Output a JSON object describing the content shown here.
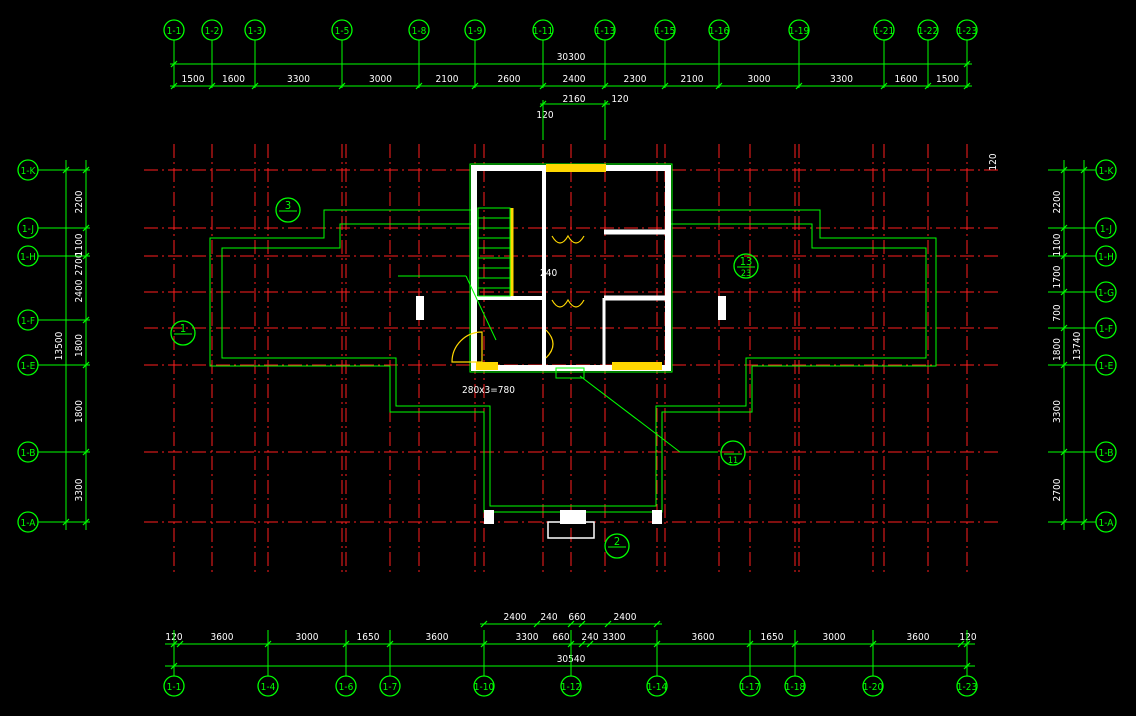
{
  "colors": {
    "background": "#000000",
    "axis": "#ff1e1e",
    "dimension": "#00ff00",
    "dimension_text": "#ffffff",
    "wall": "#ffffff",
    "wall_outline": "#00ff00",
    "hatch": "#ffd700",
    "label": "#00ff00"
  },
  "top_axes": [
    "1-1",
    "1-2",
    "1-3",
    "1-5",
    "1-8",
    "1-9",
    "1-11",
    "1-13",
    "1-15",
    "1-16",
    "1-19",
    "1-21",
    "1-22",
    "1-23"
  ],
  "bottom_axes": [
    "1-1",
    "1-4",
    "1-6",
    "1-7",
    "1-10",
    "1-12",
    "1-14",
    "1-17",
    "1-18",
    "1-20",
    "1-23"
  ],
  "left_axes": [
    "1-K",
    "1-J",
    "1-H",
    "1-F",
    "1-E",
    "1-B",
    "1-A"
  ],
  "right_axes": [
    "1-K",
    "1-J",
    "1-H",
    "1-G",
    "1-F",
    "1-E",
    "1-B",
    "1-A"
  ],
  "top_total": "30300",
  "top_dims": [
    "1500",
    "1600",
    "3300",
    "3000",
    "2100",
    "2600",
    "2400",
    "2300",
    "2100",
    "3000",
    "3300",
    "1600",
    "1500"
  ],
  "top_sub": {
    "a": "2160",
    "b": "120",
    "c": "120"
  },
  "bottom_total": "30540",
  "bottom_dims": [
    "120",
    "3600",
    "3000",
    "1650",
    "3600",
    "3300",
    "660",
    "240",
    "3300",
    "3600",
    "1650",
    "3000",
    "3600",
    "120"
  ],
  "bottom_sub": [
    "2400",
    "240",
    "660",
    "2400"
  ],
  "left_total": "13500",
  "left_dims": [
    "2200",
    "1100",
    "2400",
    "1800",
    "1800",
    "3300",
    "2700"
  ],
  "right_total": "13740",
  "right_dims": [
    "2200",
    "1100",
    "1700",
    "700",
    "1800",
    "3300",
    "2700"
  ],
  "right_top": "120",
  "notes": {
    "stair_width": "240",
    "stair_steps": "280x3=780"
  },
  "callouts": [
    {
      "num": "3",
      "sub": ""
    },
    {
      "num": "1",
      "sub": ""
    },
    {
      "num": "13",
      "sub": "23"
    },
    {
      "num": "",
      "sub": "11"
    },
    {
      "num": "2",
      "sub": ""
    }
  ]
}
